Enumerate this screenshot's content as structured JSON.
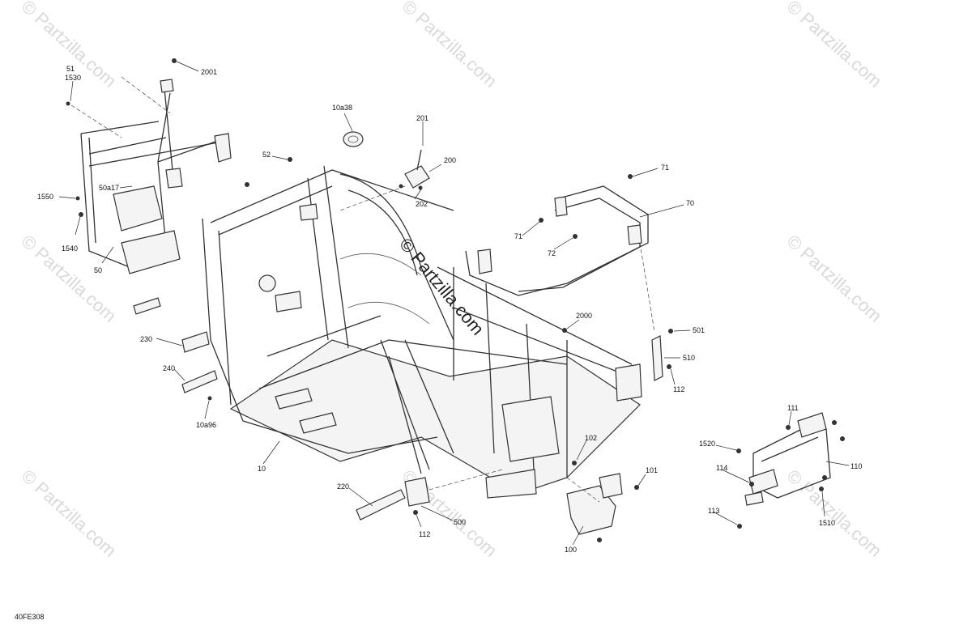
{
  "watermark": {
    "text": "© Partzilla.com",
    "brand_text": "© Partzilla.com"
  },
  "diagram_ref": "40FE308",
  "callouts": {
    "c2001": "2001",
    "c51": "51",
    "c1530": "1530",
    "c50a17": "50a17",
    "c1550": "1550",
    "c1540": "1540",
    "c50": "50",
    "c10a38": "10a38",
    "c52": "52",
    "c201": "201",
    "c200": "200",
    "c202": "202",
    "c71a": "71",
    "c70": "70",
    "c71b": "71",
    "c72": "72",
    "c2000": "2000",
    "c501": "501",
    "c510": "510",
    "c112a": "112",
    "c230": "230",
    "c240": "240",
    "c10a96": "10a96",
    "c10": "10",
    "c102": "102",
    "c101": "101",
    "c220": "220",
    "c112b": "112",
    "c500": "500",
    "c100": "100",
    "c111": "111",
    "c1520": "1520",
    "c114": "114",
    "c110": "110",
    "c113": "113",
    "c1510": "1510"
  }
}
